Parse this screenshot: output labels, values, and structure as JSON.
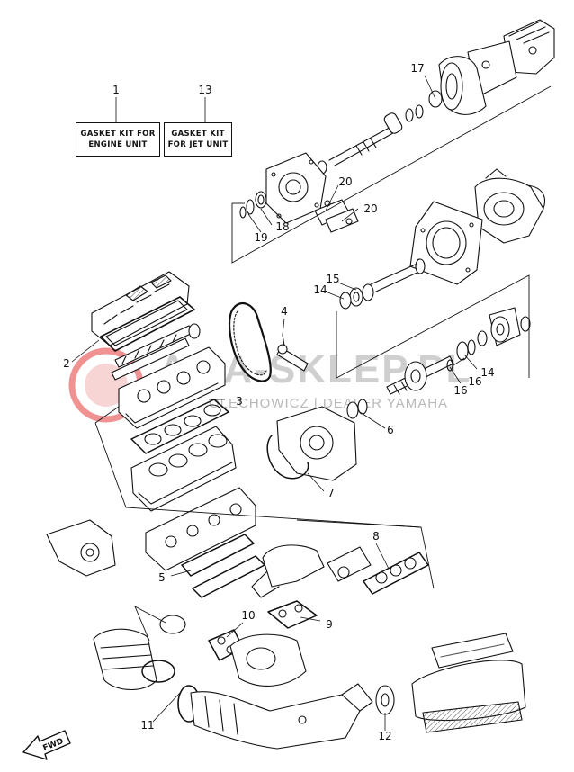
{
  "watermark": {
    "main": "AMA-SKLEP.PL",
    "sub": "OLECHOWICZ | DEALER YAMAHA",
    "logo_color": "#e53a3a"
  },
  "kits": {
    "engine": {
      "number": "1",
      "line1": "GASKET KIT FOR",
      "line2": "ENGINE UNIT"
    },
    "jet": {
      "number": "13",
      "line1": "GASKET KIT",
      "line2": "FOR JET UNIT"
    }
  },
  "callouts": {
    "c2": "2",
    "c3": "3",
    "c4": "4",
    "c5": "5",
    "c6": "6",
    "c7": "7",
    "c8": "8",
    "c9": "9",
    "c10": "10",
    "c11": "11",
    "c12": "12",
    "c14a": "14",
    "c14b": "14",
    "c15": "15",
    "c16a": "16",
    "c16b": "16",
    "c17": "17",
    "c18": "18",
    "c19": "19",
    "c20a": "20",
    "c20b": "20"
  },
  "fwd_label": "FWD"
}
